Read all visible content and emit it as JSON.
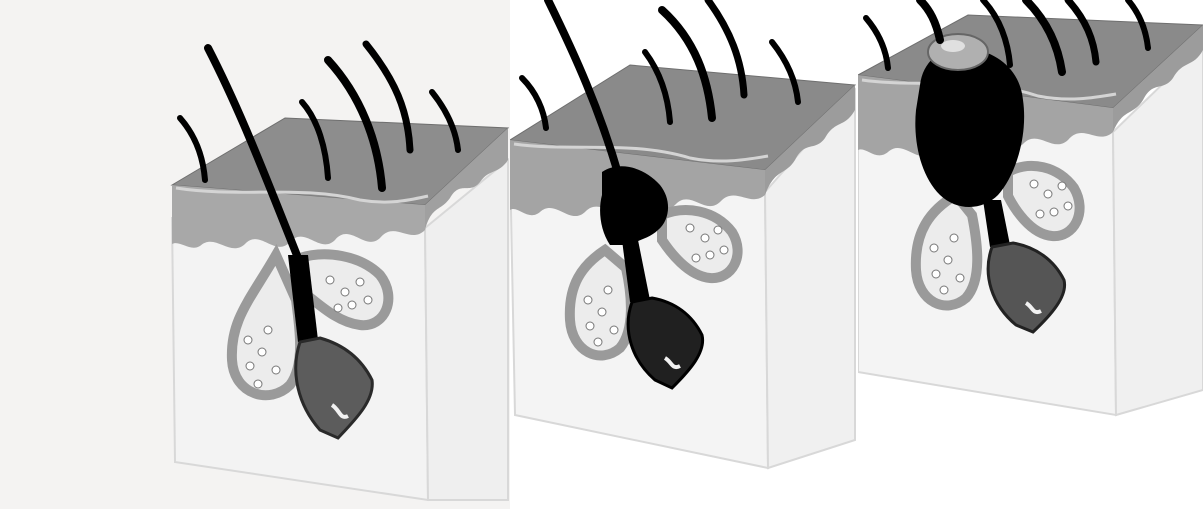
{
  "figure": {
    "panels": [
      {
        "stage": "normal-follicle"
      },
      {
        "stage": "blocked-follicle"
      },
      {
        "stage": "enlarged-plug"
      }
    ]
  },
  "colors": {
    "panel1_bg": "#f4f3f2",
    "skin_surface": "#8c8c8c",
    "skin_edge": "#b8b8b8",
    "dermis": "#f2f2f2",
    "hair": "#000000",
    "bulb": "#5a5a5a",
    "gland_fill": "#ececec",
    "gland_outline": "#9a9a9a",
    "plug": "#000000",
    "plug_head": "#b0b0b0"
  }
}
